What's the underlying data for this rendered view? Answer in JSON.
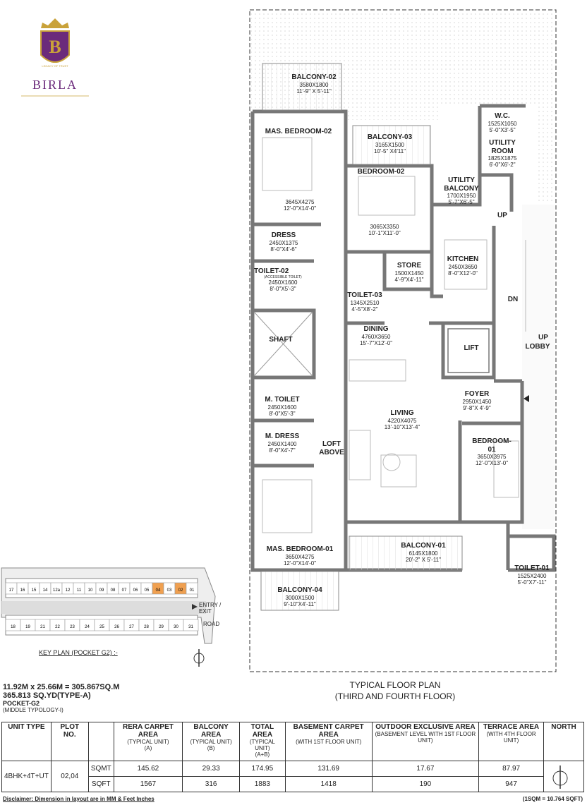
{
  "brand": {
    "name": "BIRLA",
    "monogram": "B",
    "tagline": "LEGACY OF TRUST",
    "colors": {
      "purple": "#6b2a7b",
      "gold": "#c9a23a"
    }
  },
  "rooms": {
    "balcony02": {
      "name": "BALCONY-02",
      "dim_mm": "3580X1800",
      "dim_ft": "11'-9\" X 5'-11\""
    },
    "mas_bedroom02": {
      "name": "MAS. BEDROOM-02",
      "dim_mm": "3645X4275",
      "dim_ft": "12'-0\"X14'-0\""
    },
    "balcony03": {
      "name": "BALCONY-03",
      "dim_mm": "3165X1500",
      "dim_ft": "10'-5\" X4'11\""
    },
    "wc": {
      "name": "W.C.",
      "dim_mm": "1525X1050",
      "dim_ft": "5'-0\"X3'-5\""
    },
    "utility_room": {
      "name": "UTILITY ROOM",
      "dim_mm": "1825X1875",
      "dim_ft": "6'-0\"X6'-2\""
    },
    "bedroom02": {
      "name": "BEDROOM-02",
      "dim_mm": "3065X3350",
      "dim_ft": "10'-1\"X11'-0\""
    },
    "utility_balcony": {
      "name": "UTILITY BALCONY",
      "dim_mm": "1700X1950",
      "dim_ft": "5'-7\"X6'-5\""
    },
    "dress": {
      "name": "DRESS",
      "dim_mm": "2450X1375",
      "dim_ft": "8'-0\"X4'-6\""
    },
    "toilet02": {
      "name": "TOILET-02",
      "note": "(ACCESSIBLE TOILET)",
      "dim_mm": "2450X1600",
      "dim_ft": "8'-0\"X5'-3\""
    },
    "store": {
      "name": "STORE",
      "dim_mm": "1500X1450",
      "dim_ft": "4'-9\"X4'-11\""
    },
    "kitchen": {
      "name": "KITCHEN",
      "dim_mm": "2450X3650",
      "dim_ft": "8'-0\"X12'-0\""
    },
    "toilet03": {
      "name": "TOILET-03",
      "dim_mm": "1345X2510",
      "dim_ft": "4'-5\"X8'-2\""
    },
    "dining": {
      "name": "DINING",
      "dim_mm": "4760X3650",
      "dim_ft": "15'-7\"X12'-0\""
    },
    "shaft": {
      "name": "SHAFT"
    },
    "lift": {
      "name": "LIFT"
    },
    "foyer": {
      "name": "FOYER",
      "dim_mm": "2950X1450",
      "dim_ft": "9'-8\"X 4'-9\""
    },
    "m_toilet": {
      "name": "M. TOILET",
      "dim_mm": "2450X1600",
      "dim_ft": "8'-0\"X5'-3\""
    },
    "m_dress": {
      "name": "M. DRESS",
      "dim_mm": "2450X1400",
      "dim_ft": "8'-0\"X4'-7\""
    },
    "living": {
      "name": "LIVING",
      "dim_mm": "4220X4075",
      "dim_ft": "13'-10\"X13'-4\""
    },
    "loft": {
      "name": "LOFT ABOVE"
    },
    "bedroom01": {
      "name": "BEDROOM-01",
      "dim_mm": "3650X3975",
      "dim_ft": "12'-0\"X13'-0\""
    },
    "mas_bedroom01": {
      "name": "MAS. BEDROOM-01",
      "dim_mm": "3650X4275",
      "dim_ft": "12'-0\"X14'-0\""
    },
    "balcony01": {
      "name": "BALCONY-01",
      "dim_mm": "6145X1800",
      "dim_ft": "20'-2\" X 5'-11\""
    },
    "toilet01": {
      "name": "TOILET-01",
      "dim_mm": "1525X2400",
      "dim_ft": "5'-0\"X7'-11\""
    },
    "balcony04": {
      "name": "BALCONY-04",
      "dim_mm": "3000X1500",
      "dim_ft": "9'-10\"X4'-11\""
    }
  },
  "markers": {
    "up1": "UP",
    "dn": "DN",
    "up_lobby": "UP",
    "lobby": "LOBBY"
  },
  "key_plan": {
    "title": "KEY PLAN (POCKET G2) :-",
    "top_row": [
      "17",
      "16",
      "15",
      "14",
      "12a",
      "12",
      "11",
      "10",
      "09",
      "08",
      "07",
      "06",
      "05",
      "04",
      "03",
      "02",
      "01"
    ],
    "bottom_row": [
      "18",
      "19",
      "21",
      "22",
      "23",
      "24",
      "25",
      "26",
      "27",
      "28",
      "29",
      "30",
      "31"
    ],
    "highlighted": [
      "04",
      "02"
    ],
    "entry": "ENTRY /",
    "exit": "EXIT",
    "road": "ROAD",
    "highlight_color": "#f0a050"
  },
  "plan_title": {
    "line1": "TYPICAL FLOOR PLAN",
    "line2": "(THIRD AND FOURTH FLOOR)"
  },
  "summary": {
    "line1": "11.92M x 25.66M = 305.867SQ.M",
    "line2": "365.813 SQ.YD(TYPE-A)",
    "line3": "POCKET-G2",
    "line4": "(MIDDLE TYPOLOGY-I)"
  },
  "table": {
    "headers": {
      "unit_type": "UNIT TYPE",
      "plot_no": "PLOT NO.",
      "rera": "RERA CARPET AREA",
      "rera_sub": "(TYPICAL UNIT)",
      "rera_code": "(A)",
      "balcony": "BALCONY AREA",
      "balcony_sub": "(TYPICAL UNIT)",
      "balcony_code": "(B)",
      "total": "TOTAL AREA",
      "total_sub": "(TYPICAL UNIT)",
      "total_code": "(A+B)",
      "basement": "BASEMENT CARPET AREA",
      "basement_sub": "(WITH 1ST FLOOR UNIT)",
      "outdoor": "OUTDOOR EXCLUSIVE AREA",
      "outdoor_sub": "(BASEMENT LEVEL WITH 1ST FLOOR UNIT)",
      "terrace": "TERRACE AREA",
      "terrace_sub": "(WITH 4TH FLOOR UNIT)",
      "north": "NORTH"
    },
    "unit_type": "4BHK+4T+UT",
    "plot_no": "02,04",
    "rows": [
      {
        "unit": "SQMT",
        "rera": "145.62",
        "balcony": "29.33",
        "total": "174.95",
        "basement": "131.69",
        "outdoor": "17.67",
        "terrace": "87.97"
      },
      {
        "unit": "SQFT",
        "rera": "1567",
        "balcony": "316",
        "total": "1883",
        "basement": "1418",
        "outdoor": "190",
        "terrace": "947"
      }
    ]
  },
  "footer": {
    "disclaimer": "Disclaimer: Dimension in layout are in MM & Feet Inches",
    "conversion": "(1SQM = 10.764 SQFT)"
  }
}
